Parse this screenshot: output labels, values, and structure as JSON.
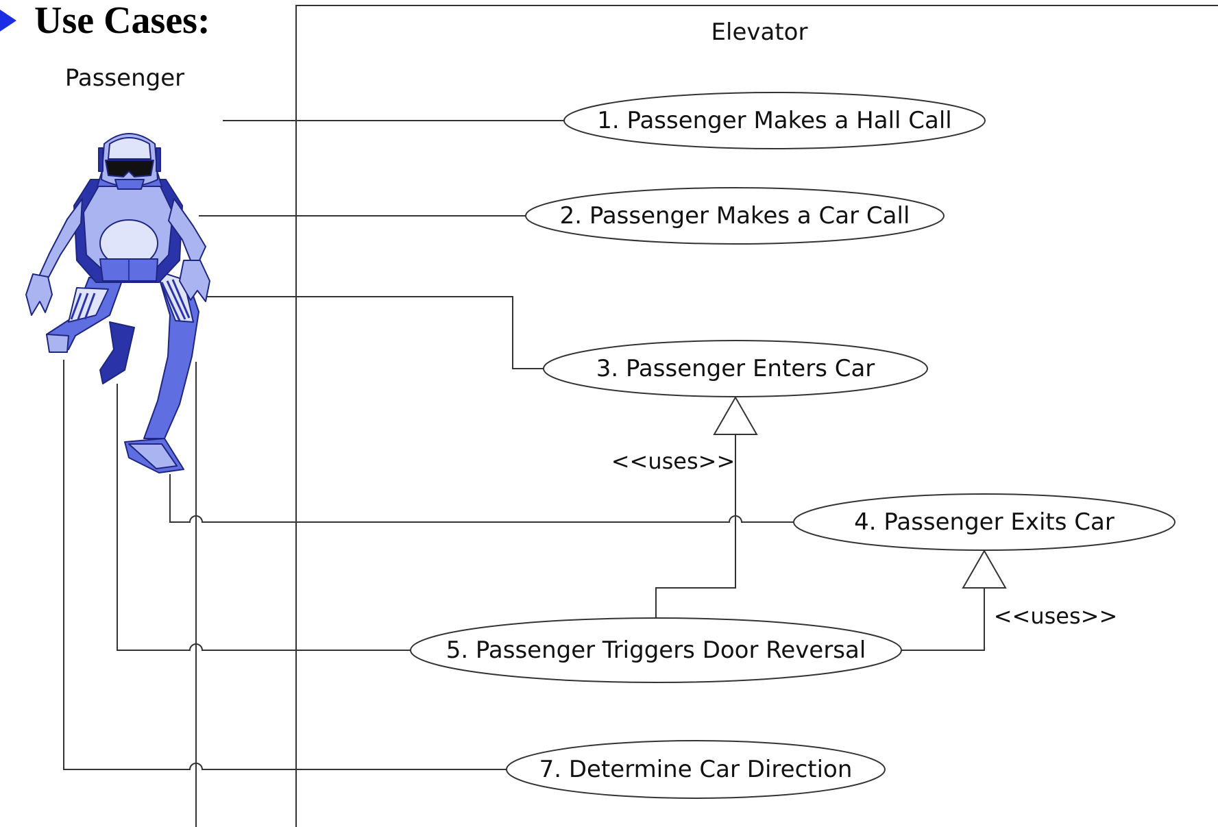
{
  "slide": {
    "heading": "Use Cases:"
  },
  "diagram": {
    "system_label": "Elevator",
    "actor_label": "Passenger",
    "use_cases": [
      "1. Passenger Makes a Hall Call",
      "2. Passenger Makes a Car Call",
      "3. Passenger Enters Car",
      "4. Passenger Exits Car",
      "5. Passenger Triggers Door Reversal",
      "7. Determine Car Direction"
    ],
    "relationships": [
      {
        "label": "<<uses>>",
        "from": "5. Passenger Triggers Door Reversal",
        "to": "3. Passenger Enters Car"
      },
      {
        "label": "<<uses>>",
        "from": "5. Passenger Triggers Door Reversal",
        "to": "4. Passenger Exits Car"
      }
    ]
  },
  "colors": {
    "line": "#333333",
    "bullet": "#1a2ee6",
    "robot_light": "#aab4f0",
    "robot_mid": "#5f6ee0",
    "robot_dark": "#2a34a8"
  }
}
